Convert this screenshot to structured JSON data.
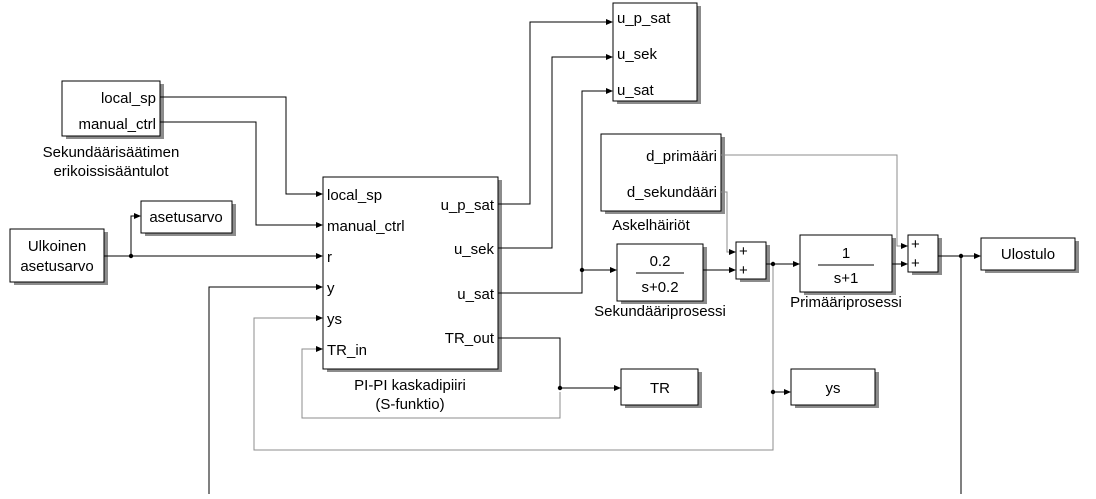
{
  "blocks": {
    "scope_bus": {
      "ports": [
        "u_p_sat",
        "u_sek",
        "u_sat"
      ]
    },
    "local_inputs": {
      "ports": [
        "local_sp",
        "manual_ctrl"
      ],
      "caption_line1": "Sekundäärisäätimen",
      "caption_line2": "erikoissisääntulot"
    },
    "asetusarvo": {
      "label": "asetusarvo"
    },
    "ulkoinen": {
      "line1": "Ulkoinen",
      "line2": "asetusarvo"
    },
    "controller": {
      "inputs": [
        "local_sp",
        "manual_ctrl",
        "r",
        "y",
        "ys",
        "TR_in"
      ],
      "outputs": [
        "u_p_sat",
        "u_sek",
        "u_sat",
        "TR_out"
      ],
      "caption_line1": "PI-PI kaskadipiiri",
      "caption_line2": "(S-funktio)"
    },
    "disturbances": {
      "ports": [
        "d_primääri",
        "d_sekundääri"
      ],
      "caption": "Askelhäiriöt"
    },
    "secondary_process": {
      "numerator": "0.2",
      "denominator": "s+0.2",
      "caption": "Sekundääriprosessi"
    },
    "primary_process": {
      "numerator": "1",
      "denominator": "s+1",
      "caption": "Primääriprosessi"
    },
    "sum1": {
      "signs": [
        "+",
        "+"
      ]
    },
    "sum2": {
      "signs": [
        "+",
        "+"
      ]
    },
    "ulostulo": {
      "label": "Ulostulo"
    },
    "tr_block": {
      "label": "TR"
    },
    "ys_block": {
      "label": "ys"
    }
  }
}
